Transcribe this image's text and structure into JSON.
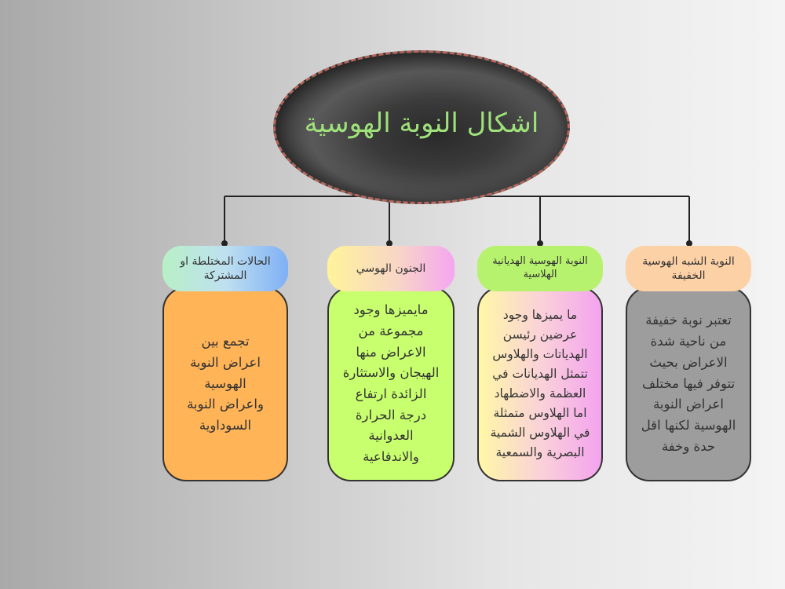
{
  "title": "اشكال النوبة الهوسية",
  "colors": {
    "title_text": "#9ee07a",
    "oval_border": "#b5655a",
    "connector": "#222222"
  },
  "cards": [
    {
      "header": "النوبة  الشبه الهوسية الخفيفة",
      "body": "تعتبر نوبة خفيفة من ناحية شدة الاعراض بحيث تتوفر فيها مختلف اعراض النوبة الهوسية لكنها اقل حدة وخفة"
    },
    {
      "header": "النوبة  الهوسية الهديانية الهلاسية",
      "body": "ما يميزها وجود عرضين رئيسن الهدياتات والهلاوس تتمثل الهديانات في العظمة والاضطهاد اما الهلاوس متمثلة في الهلاوس الشمية البصرية والسمعية"
    },
    {
      "header": "الجنون الهوسي",
      "body": "مايميزها وجود مجموعة من الاعراض منها الهيجان والاستثارة الزائدة ارتفاع درجة الحرارة العدوانية والاندفاعية"
    },
    {
      "header": "الحالات المختلطة او المشتركة",
      "body": "تجمع بين اعراض النوبة الهوسية واعراض النوبة السوداوية"
    }
  ]
}
